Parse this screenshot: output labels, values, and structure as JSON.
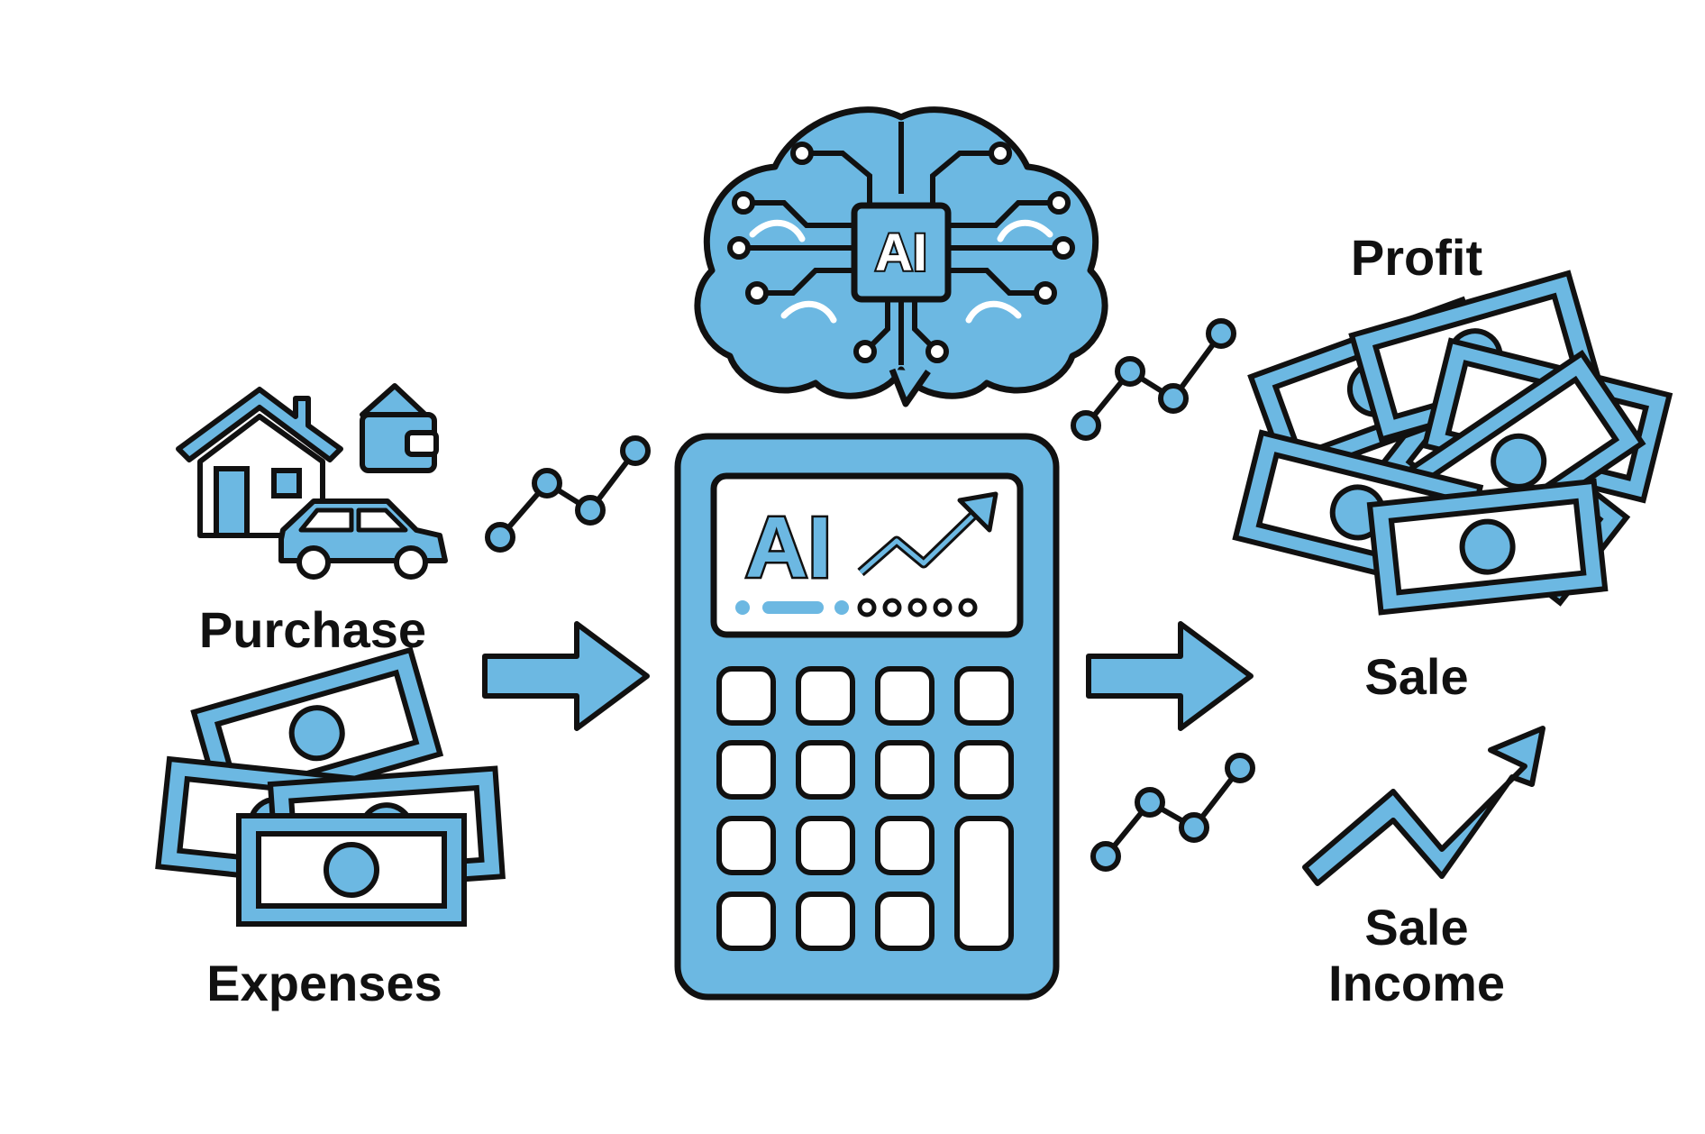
{
  "labels": {
    "purchase": "Purchase",
    "expenses": "Expenses",
    "profit": "Profit",
    "sale": "Sale",
    "sale_income_line1": "Sale",
    "sale_income_line2": "Income"
  },
  "brain": {
    "chip_text": "AI"
  },
  "calculator": {
    "screen_text": "AI"
  },
  "icons": [
    "brain-icon",
    "house-icon",
    "wallet-icon",
    "car-icon",
    "cash-stack-icon",
    "calculator-icon",
    "trend-arrow-icon",
    "line-chart-icon",
    "right-arrow-icon"
  ],
  "colors": {
    "fill": "#6CB8E2",
    "stroke": "#111111",
    "background": "#FFFFFF"
  }
}
